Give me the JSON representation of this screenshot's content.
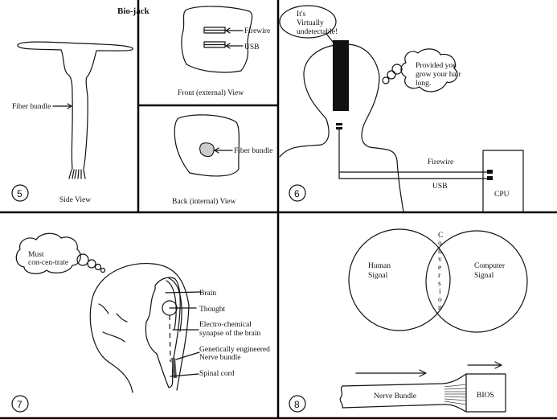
{
  "title": "Bio-jack",
  "panels": {
    "p5": {
      "number": "5",
      "fiber_label": "Fiber bundle",
      "caption": "Side View"
    },
    "front": {
      "firewire": "Firewire",
      "usb": "USB",
      "caption": "Front (external) View"
    },
    "back": {
      "fiber_label": "Fiber bundle",
      "caption": "Back (internal) View"
    },
    "p6": {
      "number": "6",
      "speech_l1": "It's",
      "speech_l2": "Virtually",
      "speech_l3": "undetectable!",
      "thought_l1": "Provided you",
      "thought_l2": "grow your hair",
      "thought_l3": "long.",
      "firewire": "Firewire",
      "usb": "USB",
      "cpu": "CPU"
    },
    "p7": {
      "number": "7",
      "thought_l1": "Must",
      "thought_l2": "con-cen-trate",
      "brain": "Brain",
      "thought": "Thought",
      "synapse_l1": "Electro-chemical",
      "synapse_l2": "synapse of the brain",
      "nerve_l1": "Genetically engineered",
      "nerve_l2": "Nerve bundle",
      "spinal": "Spinal cord"
    },
    "p8": {
      "number": "8",
      "human_l1": "Human",
      "human_l2": "Signal",
      "computer_l1": "Computer",
      "computer_l2": "Signal",
      "conversion": [
        "C",
        "o",
        "n",
        "v",
        "e",
        "r",
        "s",
        "i",
        "o",
        "n"
      ],
      "nerve_bundle": "Nerve Bundle",
      "bios": "BIOS"
    }
  }
}
